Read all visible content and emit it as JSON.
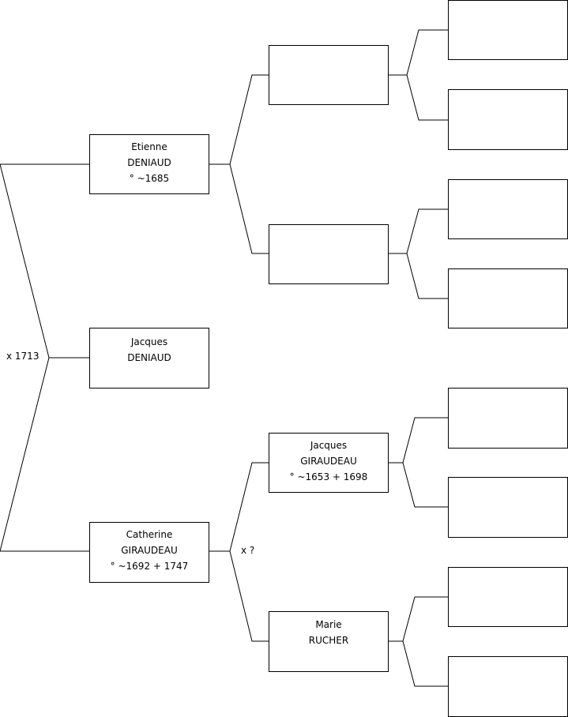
{
  "tree": {
    "subject": {
      "first_name": "Jacques",
      "last_name": "DENIAUD"
    },
    "parents_marriage": "x 1713",
    "father": {
      "first_name": "Etienne",
      "last_name": "DENIAUD",
      "dates": "° ~1685"
    },
    "mother": {
      "first_name": "Catherine",
      "last_name": "GIRAUDEAU",
      "dates": "° ~1692 + 1747"
    },
    "maternal_grandparents_marriage": "x ?",
    "maternal_grandfather": {
      "first_name": "Jacques",
      "last_name": "GIRAUDEAU",
      "dates": "° ~1653 + 1698"
    },
    "maternal_grandmother": {
      "first_name": "Marie",
      "last_name": "RUCHER"
    },
    "paternal_grandfather": {},
    "paternal_grandmother": {},
    "great_grandparents": [
      {},
      {},
      {},
      {},
      {},
      {},
      {},
      {}
    ]
  }
}
